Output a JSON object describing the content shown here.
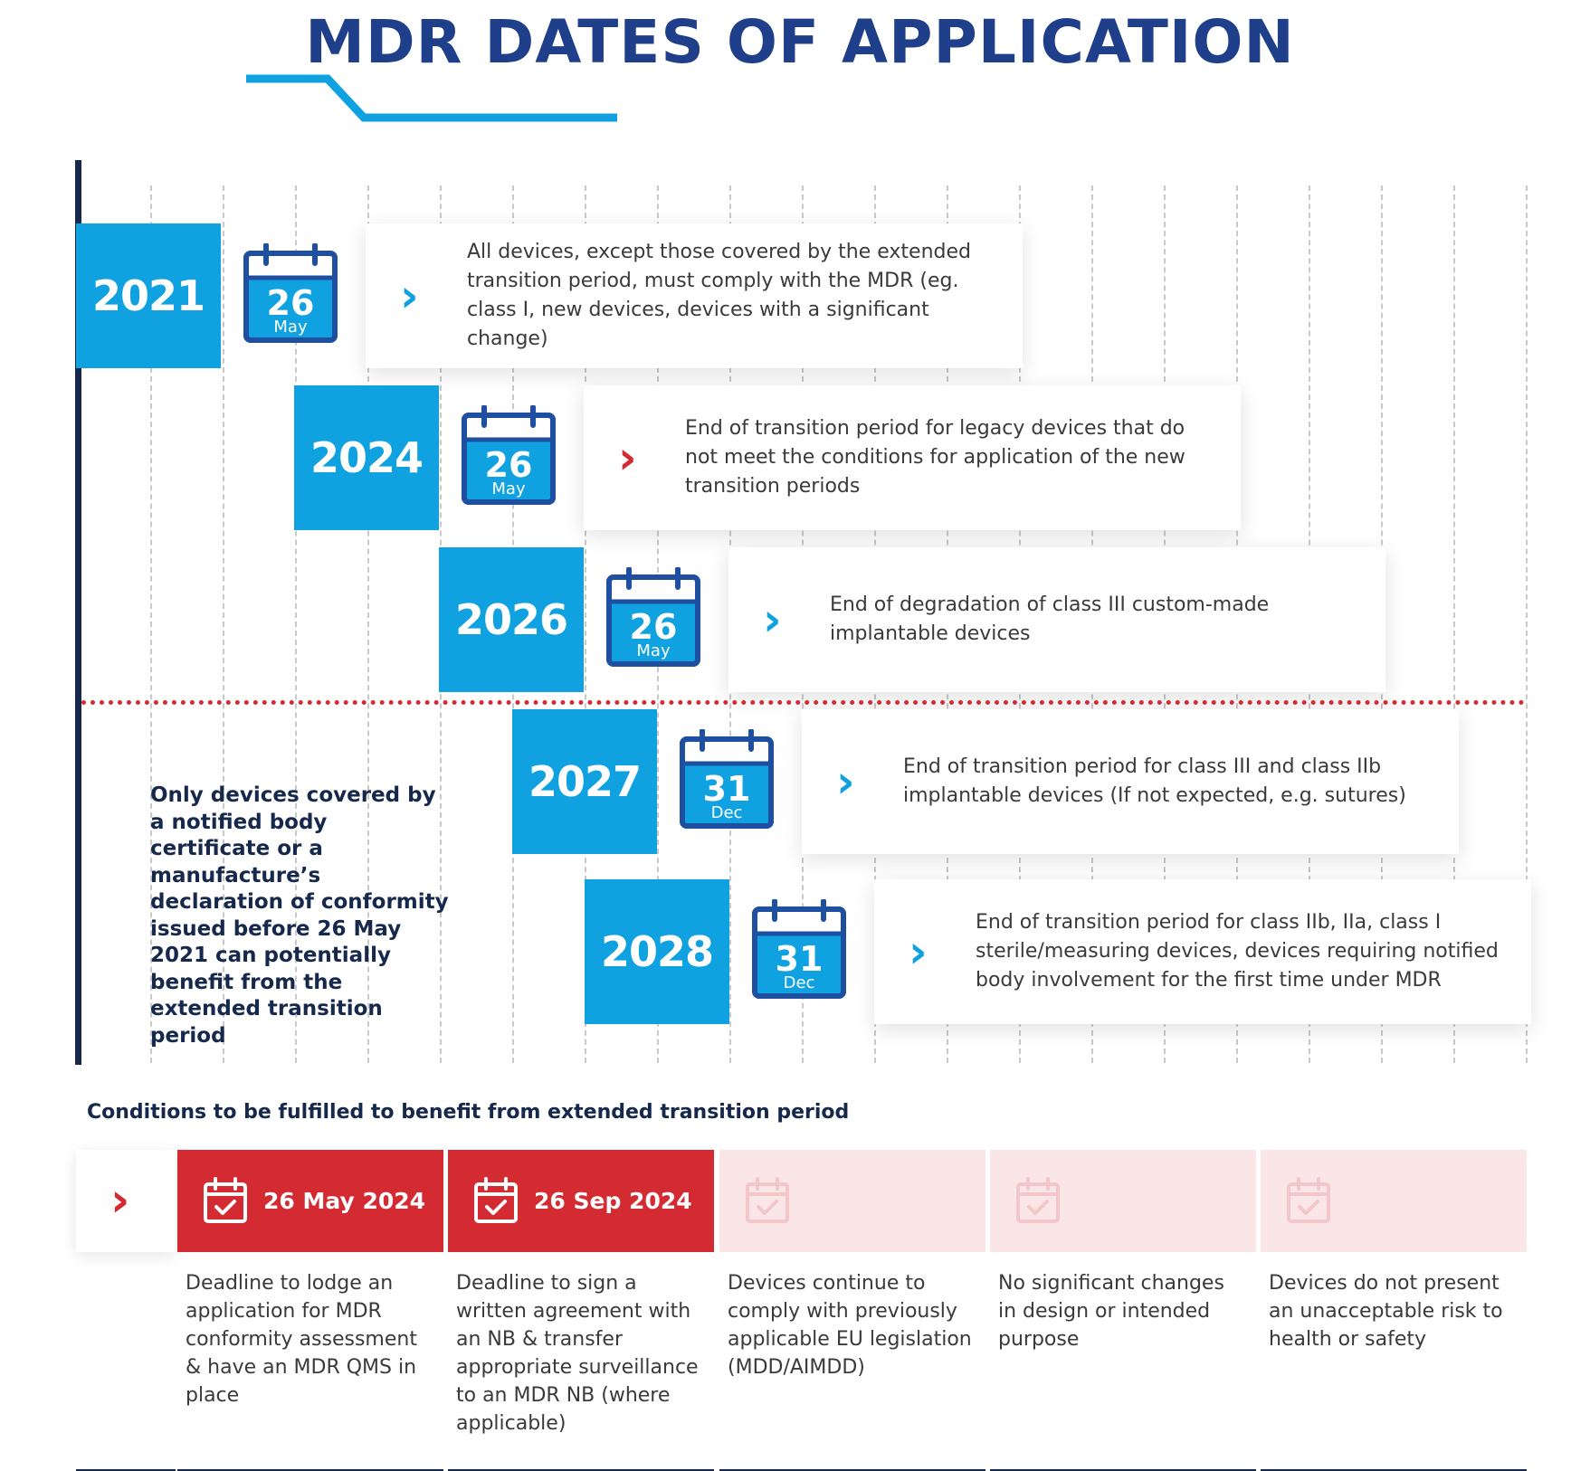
{
  "title": "MDR DATES OF APPLICATION",
  "colors": {
    "title": "#1f3f8a",
    "accent_blue": "#0fa1e0",
    "navy": "#16284c",
    "calendar_blue": "#1e4fa0",
    "red": "#d42a31",
    "pale_red": "#fbe6e7",
    "chevron_blue": "#0fa1e0",
    "chevron_red": "#d42a31"
  },
  "timeline": [
    {
      "year": "2021",
      "day": "26",
      "month": "May",
      "chevron": "blue",
      "text": "All devices, except those covered by the extended transition period, must comply with the MDR (eg. class I, new devices, devices with a significant change)"
    },
    {
      "year": "2024",
      "day": "26",
      "month": "May",
      "chevron": "red",
      "text": "End of transition period for legacy devices that do not meet the conditions for application of the new transition periods"
    },
    {
      "year": "2026",
      "day": "26",
      "month": "May",
      "chevron": "blue",
      "text": "End of degradation of class III custom-made implantable devices"
    },
    {
      "year": "2027",
      "day": "31",
      "month": "Dec",
      "chevron": "blue",
      "text": "End of transition period for class III and class IIb implantable devices (If not expected, e.g. sutures)"
    },
    {
      "year": "2028",
      "day": "31",
      "month": "Dec",
      "chevron": "blue",
      "text": "End of transition period for class IIb, IIa, class I sterile/measuring devices, devices requiring notified body involvement for the first time under MDR"
    }
  ],
  "note": "Only devices covered by a notified body certificate or a manufacture’s declaration of conformity issued before 26 May 2021 can potentially benefit from the extended transition period",
  "conditions": {
    "heading": "Conditions to be fulfilled to benefit from extended transition period",
    "items": [
      {
        "date": "26 May 2024",
        "active": true,
        "desc": "Deadline to lodge an application for MDR conformity assessment & have an MDR QMS in place"
      },
      {
        "date": "26 Sep 2024",
        "active": true,
        "desc": "Deadline to sign a written agreement with an NB & transfer appropriate surveillance to an MDR NB (where applicable)"
      },
      {
        "date": "",
        "active": false,
        "desc": "Devices continue to comply with previously applicable EU legislation (MDD/AIMDD)"
      },
      {
        "date": "",
        "active": false,
        "desc": "No significant changes in design or intended purpose"
      },
      {
        "date": "",
        "active": false,
        "desc": "Devices do not present an unacceptable risk to health or safety"
      }
    ]
  }
}
